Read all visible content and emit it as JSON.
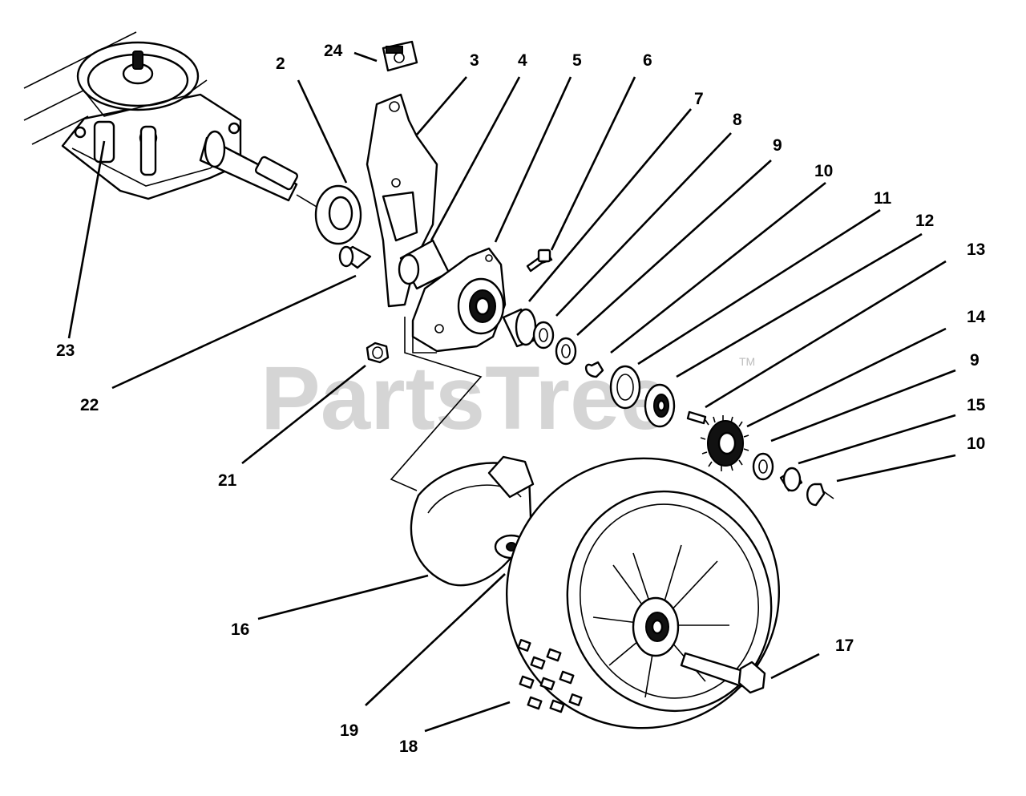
{
  "watermark": {
    "text": "PartsTree",
    "trademark": "TM"
  },
  "callouts": {
    "c1": "2",
    "c2": "3",
    "c3": "4",
    "c4": "5",
    "c5": "6",
    "c6": "7",
    "c7": "8",
    "c8": "9",
    "c9": "10",
    "c10": "11",
    "c11": "12",
    "c12": "13",
    "c13": "14",
    "c14": "9",
    "c15": "15",
    "c16": "10",
    "c17": "17",
    "c18": "18",
    "c19": "19",
    "c20": "16",
    "c21": "21",
    "c22": "22",
    "c23": "23",
    "c24": "24"
  }
}
